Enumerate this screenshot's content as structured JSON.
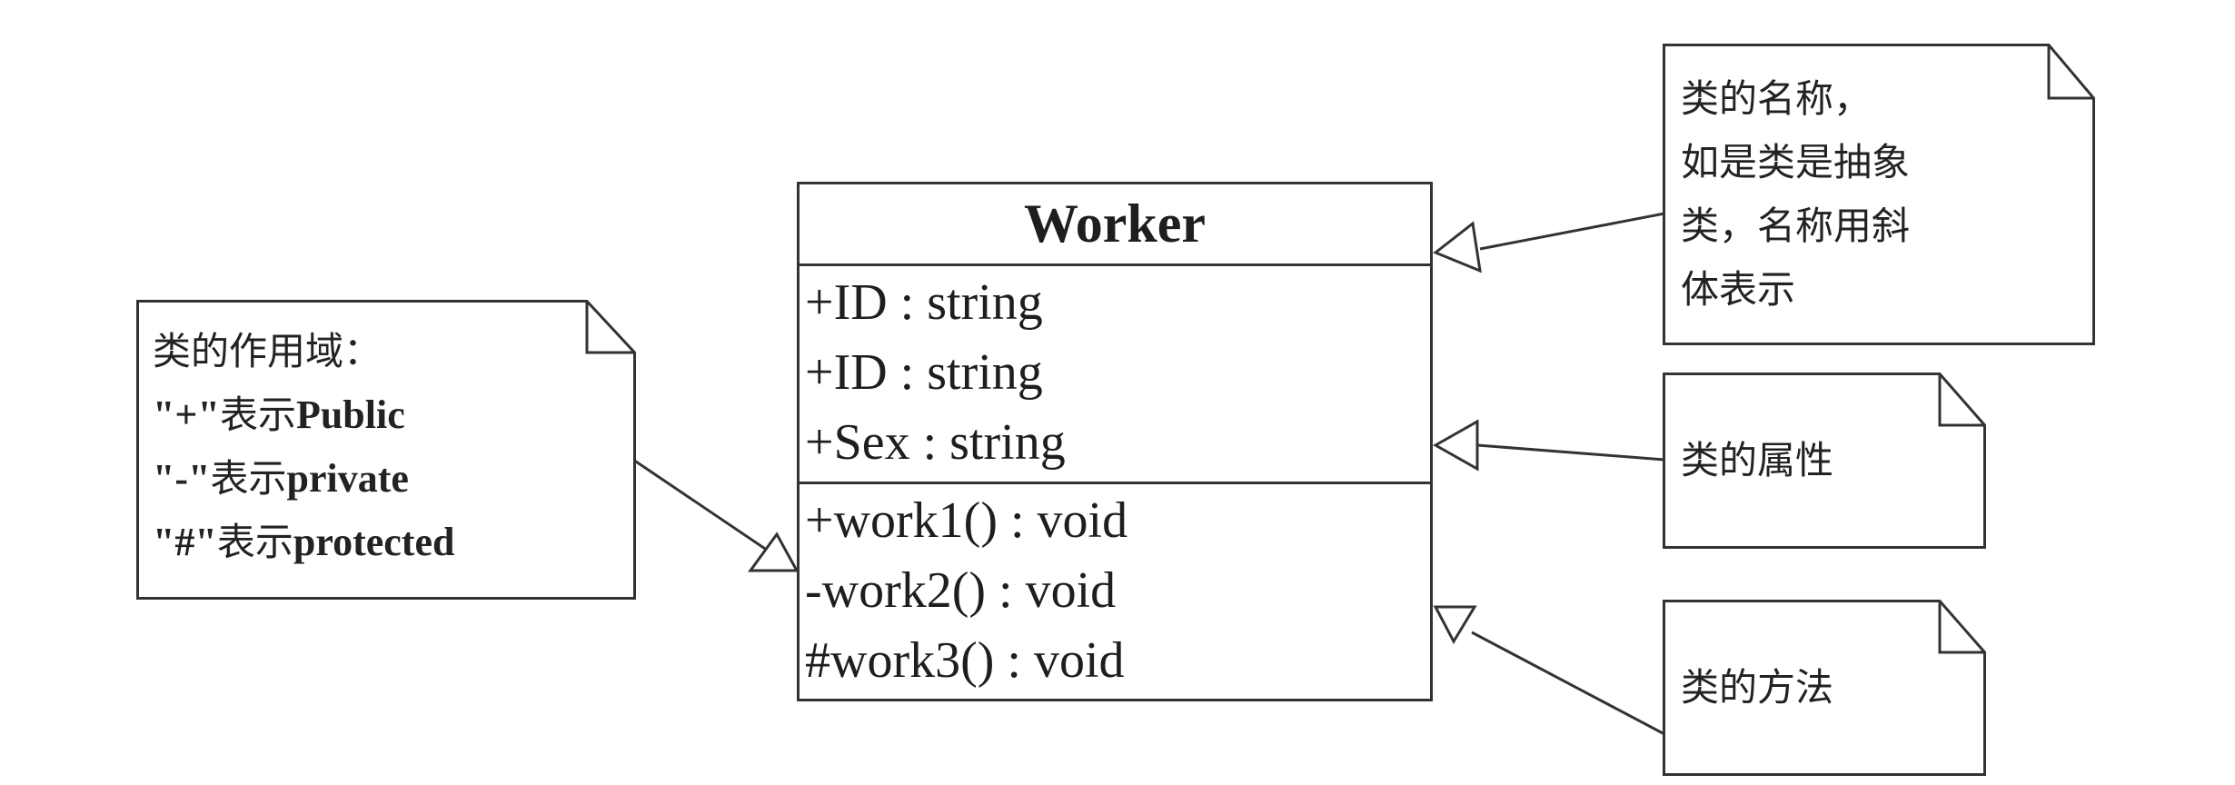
{
  "uml_class": {
    "name": "Worker",
    "attributes": [
      "+ID : string",
      "+ID : string",
      "+Sex : string"
    ],
    "operations": [
      "+work1() : void",
      "-work2() : void",
      "#work3() : void"
    ]
  },
  "notes": {
    "scope": {
      "title": "类的作用域：",
      "lines": [
        {
          "symbol": "\"+\"",
          "meaning": "表示",
          "keyword": "Public"
        },
        {
          "symbol": "\"-\"",
          "meaning": "表示",
          "keyword": "private"
        },
        {
          "symbol": "\"#\"",
          "meaning": "表示",
          "keyword": "protected"
        }
      ]
    },
    "class_name": {
      "lines": [
        "类的名称，",
        "如是类是抽象",
        "类，名称用斜",
        "体表示"
      ]
    },
    "attributes": {
      "text": "类的属性"
    },
    "methods": {
      "text": "类的方法"
    }
  }
}
